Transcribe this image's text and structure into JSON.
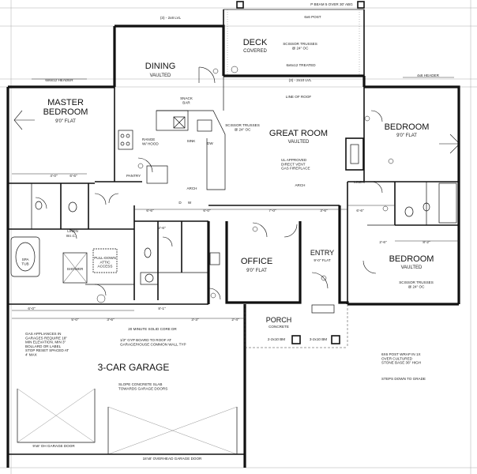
{
  "rooms": {
    "deck": {
      "name": "DECK",
      "sub": "COVERED"
    },
    "dining": {
      "name": "DINING",
      "sub": "VAULTED"
    },
    "master": {
      "name1": "MASTER",
      "name2": "BEDROOM",
      "sub": "9'0\" FLAT"
    },
    "great": {
      "name": "GREAT ROOM",
      "sub": "VAULTED"
    },
    "bedroom1": {
      "name": "BEDROOM",
      "sub": "9'0\" FLAT"
    },
    "bedroom2": {
      "name": "BEDROOM",
      "sub": "VAULTED"
    },
    "office": {
      "name": "OFFICE",
      "sub": "9'0\" FLAT"
    },
    "entry": {
      "name": "ENTRY",
      "sub": "9'-0\" FLAT"
    },
    "porch": {
      "name": "PORCH",
      "sub": "CONCRETE"
    },
    "garage": {
      "name": "3-CAR GARAGE"
    }
  },
  "labels": {
    "snack_bar": "SNACK\nBAR",
    "range_hood": "RANGE\nW/ HOOD",
    "sink": "SINK",
    "dw": "DW",
    "arch1": "ARCH",
    "arch2": "ARCH",
    "pantry": "PANTRY",
    "linen": "LINEN",
    "linen2": "LINEN",
    "wic": "W.I.C.",
    "spa_tub": "SPA\nTUB",
    "shower": "SHOWER",
    "attic": "PULL-DOWN\nATTIC\nACCESS",
    "dryer": "D",
    "washer": "W",
    "line_of_roof": "LINE OF ROOF",
    "scissor_trusses": "SCISSOR TRUSSES\n@ 24\" OC",
    "fireplace": "UL APPROVED\nDIRECT VENT\nGAS FIREPLACE",
    "fire_door": "20 MINUTE SOLID CORE DR",
    "gyp_note": "1/2\" GYP BOARD TO ROOF AT\nGARAGE/HOUSE COMMON WALL TYP",
    "gas_note": "GAS APPLIANCES IN\nGARAGES REQUIRE 18\"\nMIN ELEVATION. MIN 3\"\nBOLLARD OR LABEL\nSTOP RESET SPACED AT\n4' MAX",
    "slope_note": "SLOPE CONCRETE SLAB\nTOWARDS GARAGE DOORS",
    "post_note": "6X6 POST WRAP IN 1X\nOVER CULTURED\nSTONE BASE 36\" HIGH",
    "steps_note": "STEPS DOWN TO GRADE",
    "garage_door1": "9'x8' OH GARAGE DOOR",
    "garage_door2": "18'x8' OVERHEAD GARAGE DOOR",
    "deck_post": "6x6 POST",
    "top_dim": "(3) - 2x8 LVL",
    "beam1": "6x6x12 TREATED",
    "beam2": "(3) - 2x10 LVL",
    "header1": "6x6x12 HEADER",
    "header2": "4x6 HEADER",
    "porch_beam1": "2-2x10 BM",
    "porch_beam2": "3-2x10 BM",
    "tl_note": "P BEAM 5 OVER 30' ABG"
  },
  "dimensions": {
    "d1": "4'-0\"",
    "d2": "6'-6\"",
    "d3": "6'-0\"",
    "d4": "7'-0\"",
    "d5": "3'-6\"",
    "d6": "6'-6\"",
    "d7": "2'-6\"",
    "d8": "6'-0\"",
    "d9": "8'-1\"",
    "d10": "2'-4\"",
    "d11": "3'-3\"",
    "d12": "2'-6\"",
    "d13": "8'-2\"",
    "d14": "5'-0\"",
    "d15": "3'-6\"",
    "d16": "6'-6\""
  }
}
